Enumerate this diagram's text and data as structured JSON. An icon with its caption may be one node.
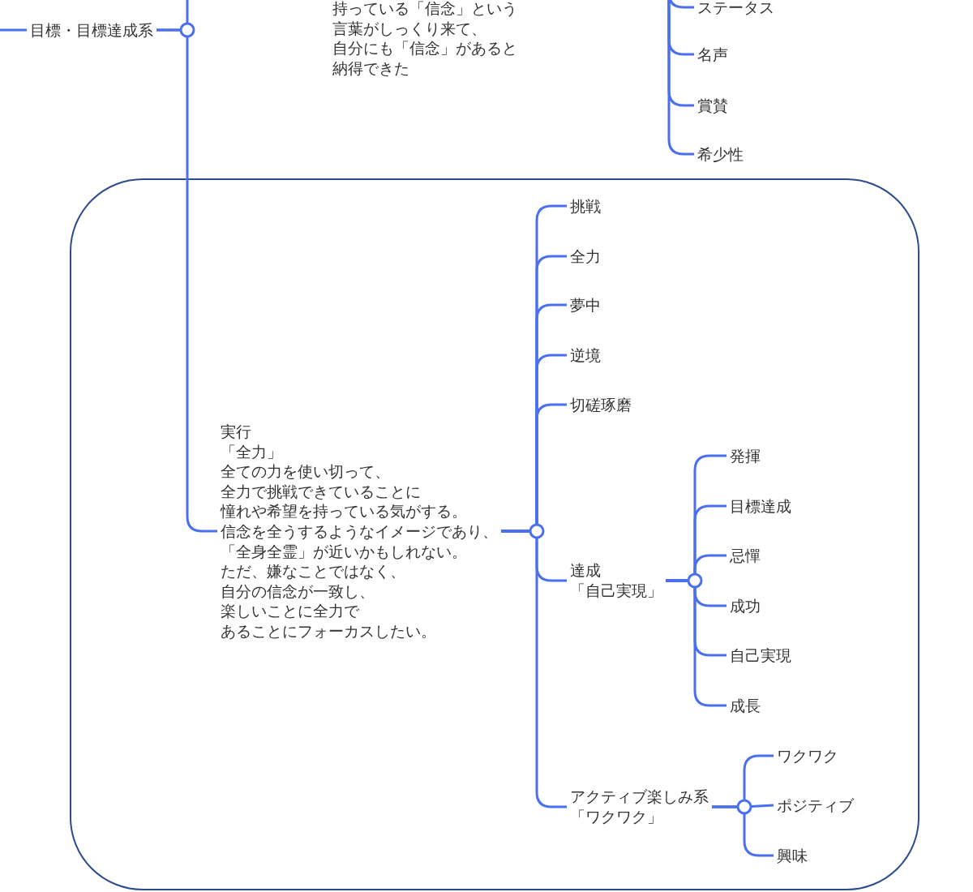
{
  "diagram": {
    "nodes": [
      {
        "text": [
          "ステータス"
        ]
      },
      {
        "text": [
          "名声"
        ]
      },
      {
        "text": [
          "賞賛"
        ]
      },
      {
        "text": [
          "希少性"
        ]
      },
      {
        "text": [
          "目標・目標達成系"
        ]
      },
      {
        "text": [],
        "shape": "box"
      },
      {
        "text": [
          "実行「全力」全ての力を使い切って、全力で挑戦できていることに憧れや希望を持っている気がする。信念を全うするようなイメージであり、「全身全霊」が近いかもしれない。ただ、嫌なことではなく、自分の信念が一致し、楽しいことに全力であることにフォーカスしたい。"
        ],
        "in": 5
      },
      {
        "text": [
          "挑戦"
        ],
        "in": 5
      },
      {
        "text": [
          "全力"
        ],
        "in": 5
      },
      {
        "text": [
          "夢中"
        ],
        "in": 5
      },
      {
        "text": [
          "逆境"
        ],
        "in": 5
      },
      {
        "text": [
          "切磋琢磨"
        ],
        "in": 5
      },
      {
        "text": [
          "達成「自己実現」"
        ],
        "in": 5
      },
      {
        "text": [
          "発揮"
        ],
        "in": 5
      },
      {
        "text": [
          "目標達成"
        ],
        "in": 5
      },
      {
        "text": [
          "忌憚"
        ],
        "in": 5
      },
      {
        "text": [
          "成功"
        ],
        "in": 5
      },
      {
        "text": [
          "自己実現"
        ],
        "in": 5
      },
      {
        "text": [
          "成長"
        ],
        "in": 5
      },
      {
        "text": [
          "アクティブ楽しみ系「ワクワク」"
        ],
        "in": 5
      },
      {
        "text": [
          "ワクワク"
        ],
        "in": 5
      },
      {
        "text": [
          "ポジティブ"
        ],
        "in": 5
      },
      {
        "text": [
          "興味"
        ],
        "in": 5
      }
    ],
    "edges": [
      {
        "from": null,
        "to": 0,
        "arrow": "none"
      },
      {
        "from": null,
        "to": 1,
        "arrow": "none"
      },
      {
        "from": null,
        "to": 2,
        "arrow": "none"
      },
      {
        "from": null,
        "to": 3,
        "arrow": "none"
      },
      {
        "from": null,
        "to": 4,
        "arrow": "none"
      },
      {
        "from": 4,
        "to": null,
        "arrow": "none"
      },
      {
        "from": 4,
        "to": 6,
        "arrow": "none"
      },
      {
        "from": 6,
        "to": 7,
        "arrow": "none"
      },
      {
        "from": 6,
        "to": 8,
        "arrow": "none"
      },
      {
        "from": 6,
        "to": 9,
        "arrow": "none"
      },
      {
        "from": 6,
        "to": 10,
        "arrow": "none"
      },
      {
        "from": 6,
        "to": 11,
        "arrow": "none"
      },
      {
        "from": 6,
        "to": 12,
        "arrow": "none"
      },
      {
        "from": 6,
        "to": 19,
        "arrow": "none"
      },
      {
        "from": 12,
        "to": 13,
        "arrow": "none"
      },
      {
        "from": 12,
        "to": 14,
        "arrow": "none"
      },
      {
        "from": 12,
        "to": 15,
        "arrow": "none"
      },
      {
        "from": 12,
        "to": 16,
        "arrow": "none"
      },
      {
        "from": 12,
        "to": 17,
        "arrow": "none"
      },
      {
        "from": 12,
        "to": 18,
        "arrow": "none"
      },
      {
        "from": 19,
        "to": 20,
        "arrow": "none"
      },
      {
        "from": 19,
        "to": 21,
        "arrow": "none"
      },
      {
        "from": 19,
        "to": 22,
        "arrow": "none"
      }
    ],
    "labels": [
      "持っている「信念」という言葉がしっくり来て、自分にも「信念」があると納得できた"
    ]
  }
}
